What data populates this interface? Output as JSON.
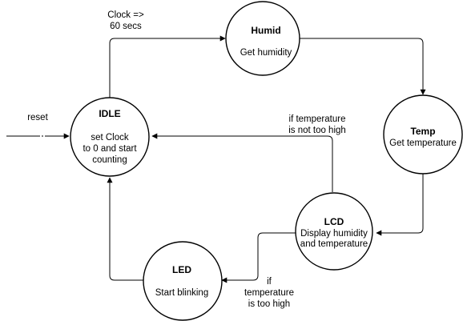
{
  "states": {
    "idle": {
      "title": "IDLE",
      "desc": [
        "set Clock",
        "to 0 and start",
        "counting"
      ]
    },
    "humid": {
      "title": "Humid",
      "desc": [
        "Get humidity"
      ]
    },
    "temp": {
      "title": "Temp",
      "desc": [
        "Get temperature"
      ]
    },
    "lcd": {
      "title": "LCD",
      "desc": [
        "Display humidity",
        "and temperature"
      ]
    },
    "led": {
      "title": "LED",
      "desc": [
        "Start blinking"
      ]
    }
  },
  "transitions": {
    "reset": [
      "reset"
    ],
    "idle_to_humid": [
      "Clock =>",
      "60 secs"
    ],
    "lcd_to_idle": [
      "if temperature",
      "is not too high"
    ],
    "lcd_to_led": [
      "if",
      "temperature",
      "is too high"
    ]
  },
  "colors": {
    "stroke": "#000000",
    "fill": "#ffffff"
  }
}
